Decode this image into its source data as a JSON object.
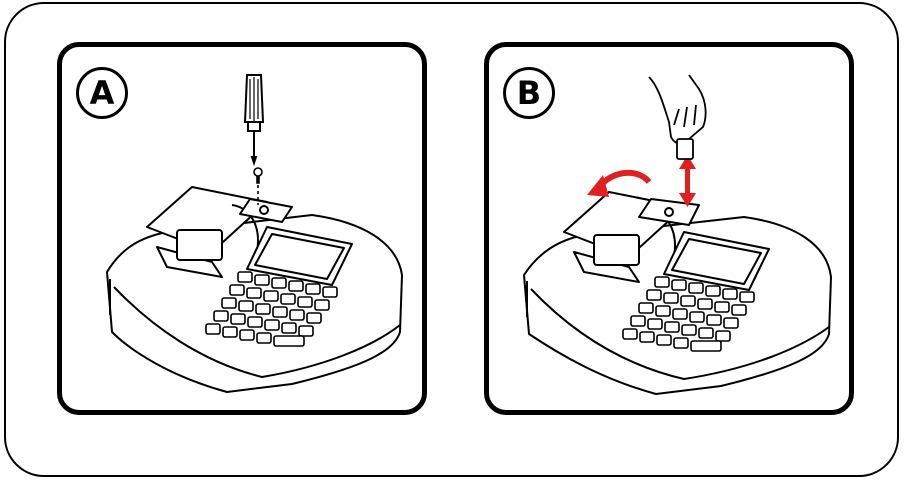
{
  "panels": [
    {
      "step_label": "A",
      "action": "remove-screw",
      "tool": "screwdriver-icon"
    },
    {
      "step_label": "B",
      "action": "lift-cover-insert-card",
      "tool": "hand-icon"
    }
  ],
  "colors": {
    "line": "#000000",
    "background": "#ffffff",
    "arrow": "#e02020"
  }
}
